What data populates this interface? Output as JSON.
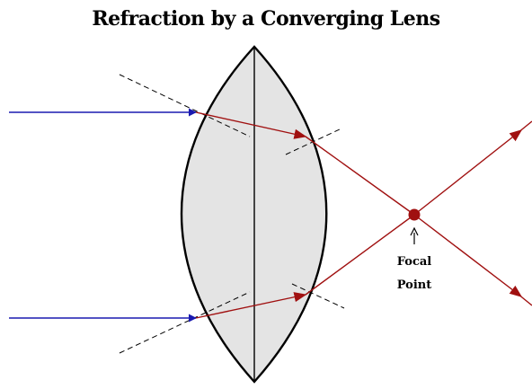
{
  "title": "Refraction by a Converging Lens",
  "focal_label": {
    "line1": "Focal",
    "line2": "Point"
  },
  "colors": {
    "incident_ray": "#1a1ab0",
    "refracted_ray": "#a01010",
    "lens_fill": "#e4e4e4",
    "lens_stroke": "#000000",
    "normal_line": "#000000"
  }
}
